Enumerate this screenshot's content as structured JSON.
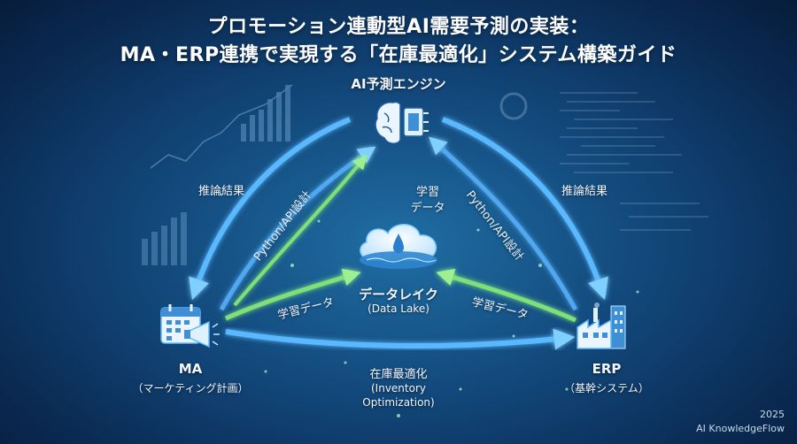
{
  "title_line1": "プロモーション連動型AI需要予測の実装：",
  "title_line2": "MA・ERP連携で実現する「在庫最適化」システム構築ガイド",
  "nodes": {
    "ai": {
      "label": "AI予測エンジン"
    },
    "lake": {
      "label": "データレイク",
      "sub": "(Data Lake)"
    },
    "ma": {
      "label": "MA",
      "sub": "（マーケティング計画）"
    },
    "erp": {
      "label": "ERP",
      "sub": "（基幹システム）"
    }
  },
  "edges": {
    "inference_left": "推論結果",
    "inference_right": "推論結果",
    "python_left": "Python/API設計",
    "python_right": "Python/API設計",
    "training_top_1": "学習",
    "training_top_2": "データ",
    "training_left": "学習データ",
    "training_right": "学習データ",
    "inventory_1": "在庫最適化",
    "inventory_2": "(Inventory",
    "inventory_3": "Optimization)"
  },
  "footer": {
    "year": "2025",
    "brand": "AI KnowledgeFlow"
  },
  "colors": {
    "blue_arrow": "#5ab8ff",
    "green_arrow": "#7ee07a",
    "accent": "#4fc3ff"
  }
}
